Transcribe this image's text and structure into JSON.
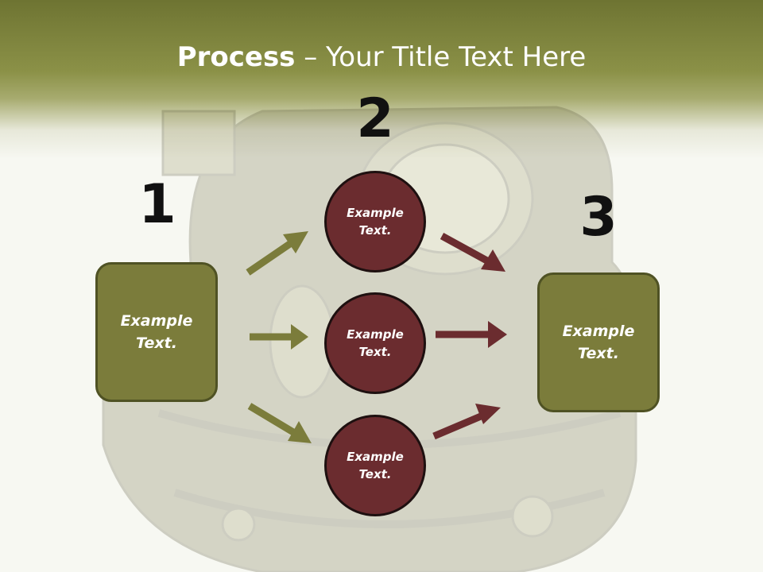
{
  "slide": {
    "title_bold": "Process",
    "title_rest": " – Your Title Text Here"
  },
  "steps": {
    "step1": {
      "number": "1",
      "text": "Example Text."
    },
    "step2": {
      "number": "2",
      "items": [
        "Example Text.",
        "Example Text.",
        "Example Text."
      ]
    },
    "step3": {
      "number": "3",
      "text": "Example Text."
    }
  },
  "colors": {
    "header": "#8b9147",
    "box_fill": "#7b7c3b",
    "circle_fill": "#6b2c2f",
    "green_arrow": "#7b7c3b",
    "red_arrow": "#6b2c2f"
  }
}
